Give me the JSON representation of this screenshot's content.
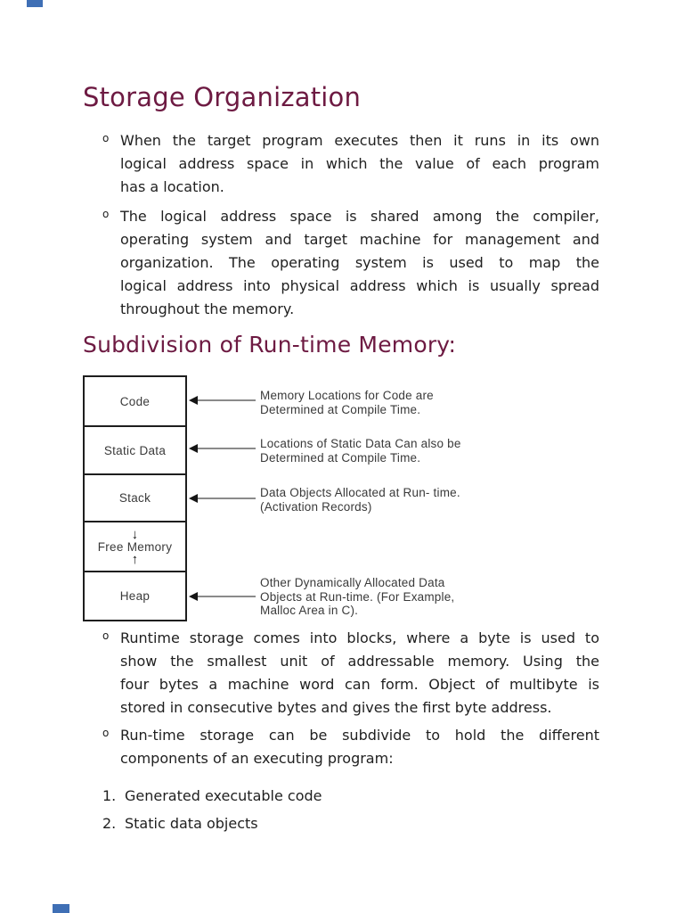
{
  "page": {
    "heading1": "Storage Organization",
    "heading2": "Subdivision of Run-time Memory:",
    "heading_color": "#6d1a42",
    "bullet_marker": "o",
    "bullets_top": [
      {
        "lines": [
          "When the target program executes then it runs in its own",
          "logical address space in which the value of each program",
          "has a location."
        ]
      },
      {
        "lines": [
          "The logical address space is shared among the compiler,",
          "operating system and target machine for management and",
          "organization. The operating system is used to map the",
          "logical address into physical address which is usually spread",
          "throughout the memory."
        ]
      }
    ],
    "bullets_bottom": [
      {
        "lines": [
          "Runtime storage comes into blocks, where a byte is used to",
          "show the smallest unit of addressable memory. Using the",
          "four bytes a machine word can form. Object of multibyte is",
          "stored in consecutive bytes and gives the first byte address."
        ]
      },
      {
        "lines": [
          "Run-time storage can be subdivide to hold the different",
          "components of an executing program:"
        ]
      }
    ],
    "numbered_list": [
      {
        "number": "1.",
        "label": "Generated executable code"
      },
      {
        "number": "2.",
        "label": "Static data objects"
      }
    ]
  },
  "diagram": {
    "boxes": [
      {
        "label": "Code"
      },
      {
        "label": "Static Data"
      },
      {
        "label": "Stack"
      },
      {
        "label": "Free Memory"
      },
      {
        "label": "Heap"
      }
    ],
    "down_arrow": "↓",
    "up_arrow": "↑",
    "annotations": [
      {
        "lines": [
          "Memory Locations for Code are",
          "Determined at Compile Time."
        ]
      },
      {
        "lines": [
          "Locations of Static Data Can also be",
          "Determined at Compile Time."
        ]
      },
      {
        "lines": [
          "Data Objects Allocated at Run- time.",
          "(Activation Records)"
        ]
      },
      {
        "lines": [
          "Other Dynamically Allocated Data",
          "Objects at Run-time. (For Example,",
          "Malloc Area in C)."
        ]
      }
    ],
    "text_color": "#3a3a3a",
    "arrow_line_color": "#8a8a8a"
  },
  "decorations": {
    "link_fragment_color": "#3f6fb5"
  }
}
